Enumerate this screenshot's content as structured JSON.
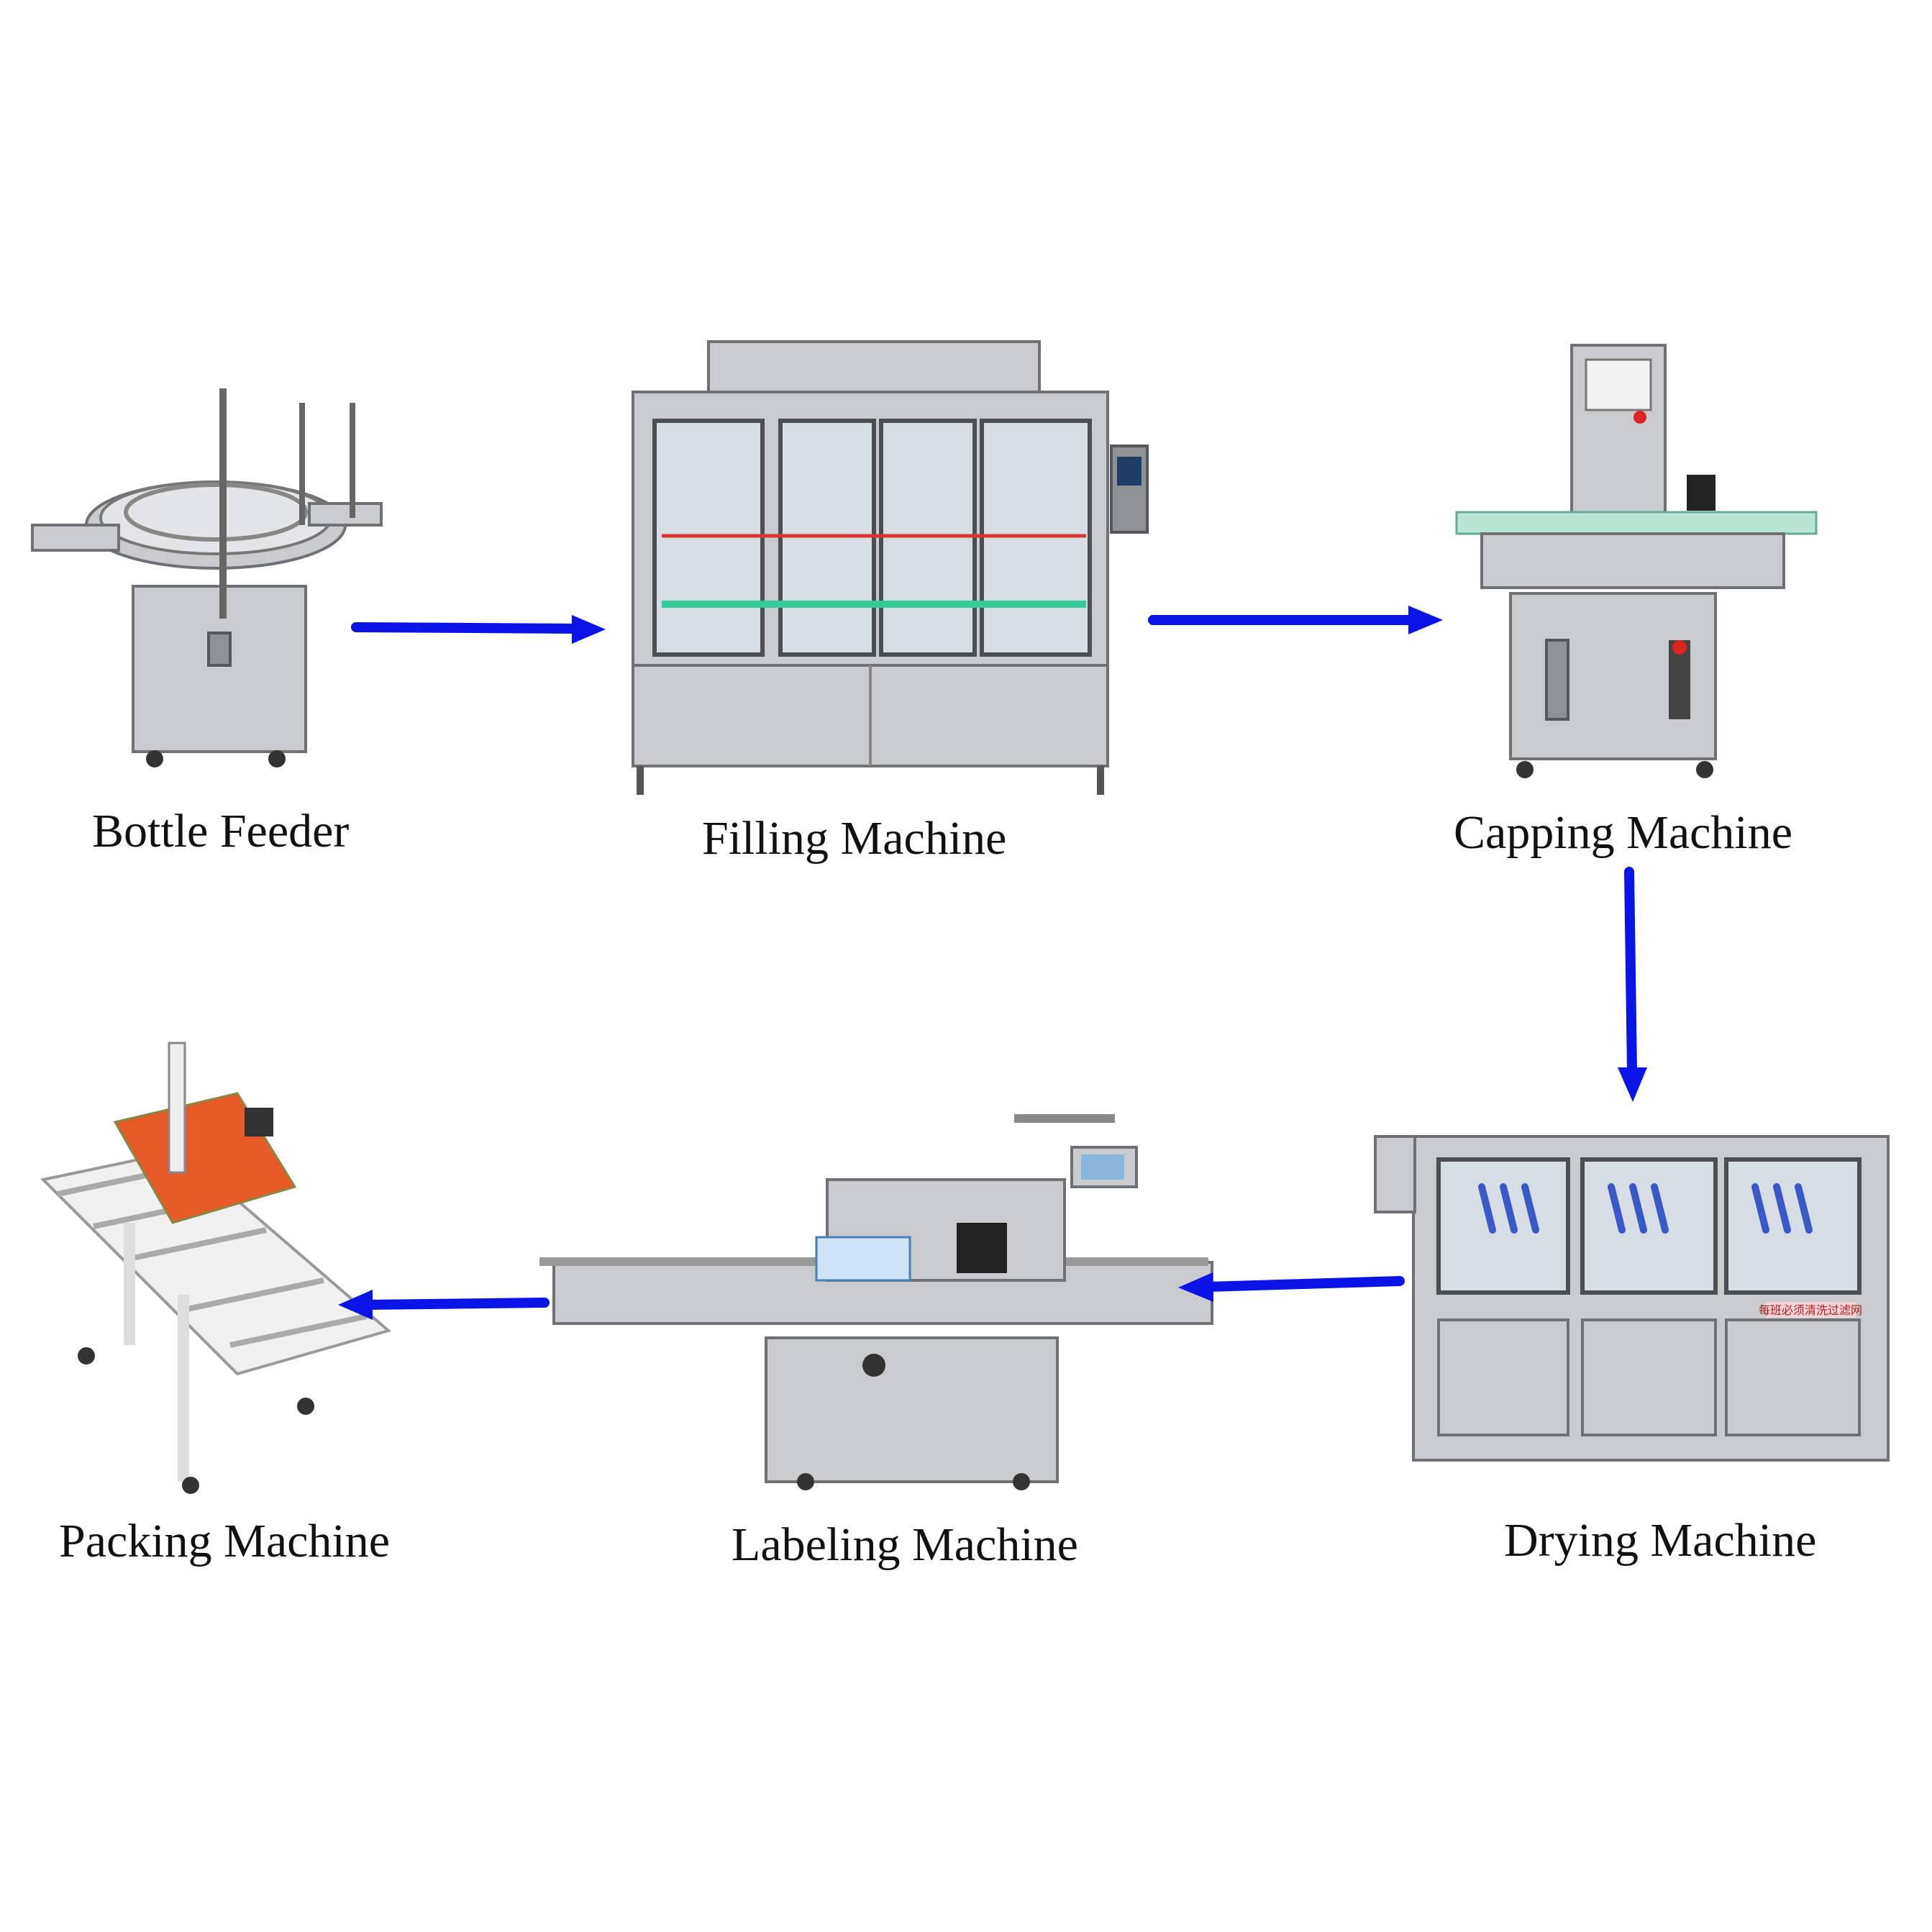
{
  "diagram": {
    "stages": [
      {
        "id": "bottle-feeder",
        "label": "Bottle Feeder"
      },
      {
        "id": "filling-machine",
        "label": "Filling Machine"
      },
      {
        "id": "capping-machine",
        "label": "Capping Machine"
      },
      {
        "id": "drying-machine",
        "label": "Drying Machine"
      },
      {
        "id": "labeling-machine",
        "label": "Labeling Machine"
      },
      {
        "id": "packing-machine",
        "label": "Packing Machine"
      }
    ],
    "flow": [
      {
        "from": "bottle-feeder",
        "to": "filling-machine"
      },
      {
        "from": "filling-machine",
        "to": "capping-machine"
      },
      {
        "from": "capping-machine",
        "to": "drying-machine"
      },
      {
        "from": "drying-machine",
        "to": "labeling-machine"
      },
      {
        "from": "labeling-machine",
        "to": "packing-machine"
      }
    ],
    "arrow_color": "#0a14e6",
    "drying_machine_sticker": "每班必须清洗过滤网"
  }
}
